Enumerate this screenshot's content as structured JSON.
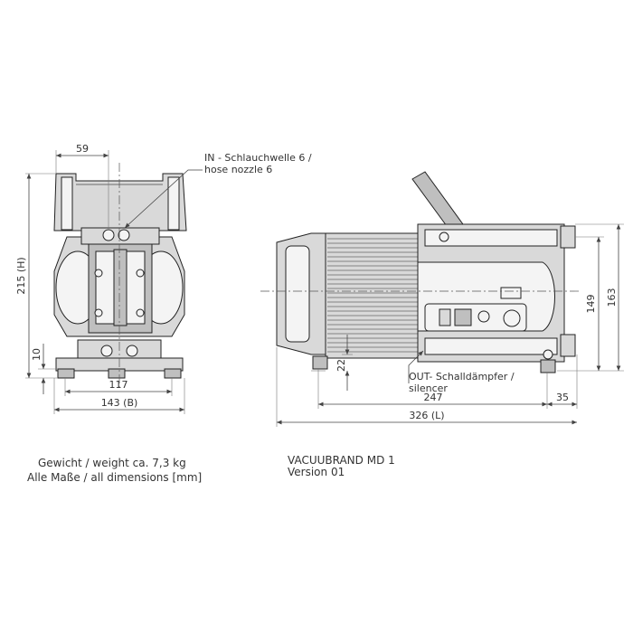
{
  "dimensions": {
    "d59": "59",
    "d215": "215 (H)",
    "d10": "10",
    "d117": "117",
    "d143": "143 (B)",
    "d22": "22",
    "d247": "247",
    "d35": "35",
    "d326": "326 (L)",
    "d149": "149",
    "d163": "163"
  },
  "callouts": {
    "inlet_line1": "IN - Schlauchwelle 6 /",
    "inlet_line2": "hose nozzle 6",
    "outlet_line1": "OUT- Schalldämpfer /",
    "outlet_line2": "silencer"
  },
  "notes": {
    "weight": "Gewicht / weight ca. 7,3 kg",
    "units": "Alle Maße / all dimensions [mm]",
    "model": "VACUUBRAND MD 1",
    "version": "Version 01"
  }
}
